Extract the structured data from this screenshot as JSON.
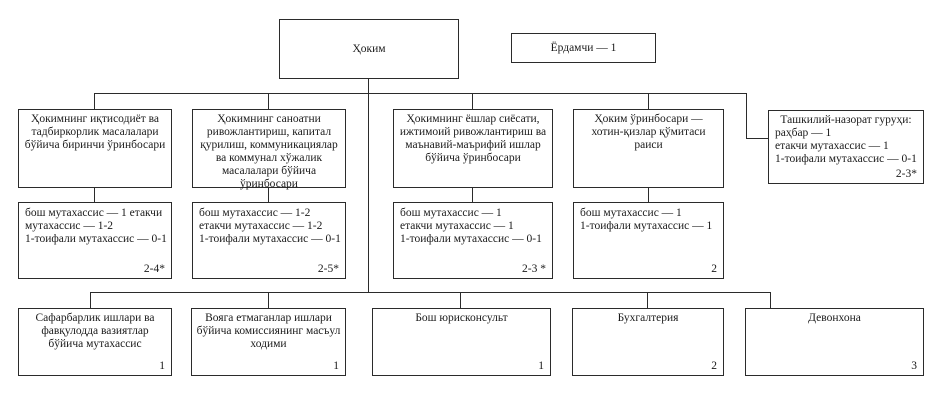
{
  "org": {
    "root": {
      "label": "Ҳоким"
    },
    "assistant": {
      "label": "Ёрдамчи — 1"
    },
    "deputies": [
      {
        "title": "Ҳокимнинг иқтисодиёт ва тадбиркорлик масалалари бўйича биринчи ўринбосари"
      },
      {
        "title": "Ҳокимнинг саноатни ривожлантириш, капитал қурилиш, коммуникациялар ва коммунал хўжалик масалалари бўйича ўринбосари"
      },
      {
        "title": "Ҳокимнинг ёшлар сиёсати, ижтимоий ривожлантириш ва маънавий-маърифий ишлар бўйича ўринбосари"
      },
      {
        "title": "Ҳоким ўринбосари — хотин-қизлар қўмитаси раиси"
      }
    ],
    "control_group": {
      "title": "Ташкилий-назорат гуруҳи:",
      "staff": [
        "раҳбар — 1",
        "етакчи мутахассис — 1",
        "1-тоифали мутахассис — 0-1"
      ],
      "badge": "2-3*"
    },
    "deputy_staff": [
      {
        "lines": [
          "бош мутахассис — 1 етакчи",
          "мутахассис — 1-2",
          "1-тоифали мутахассис — 0-1"
        ],
        "badge": "2-4*"
      },
      {
        "lines": [
          "бош мутахассис — 1-2",
          "етакчи мутахассис — 1-2",
          "1-тоифали мутахассис — 0-1"
        ],
        "badge": "2-5*"
      },
      {
        "lines": [
          "бош мутахассис — 1",
          "етакчи мутахассис — 1",
          "1-тоифали мутахассис — 0-1"
        ],
        "badge": "2-3 *"
      },
      {
        "lines": [
          "бош мутахассис — 1",
          "1-тоифали мутахассис — 1"
        ],
        "badge": "2"
      }
    ],
    "units": [
      {
        "title": "Сафарбарлик ишлари ва фавқулодда вазиятлар бўйича мутахассис",
        "badge": "1"
      },
      {
        "title": "Вояга етмаганлар ишлари бўйича комиссиянинг масъул ходими",
        "badge": "1"
      },
      {
        "title": "Бош юрисконсульт",
        "badge": "1"
      },
      {
        "title": "Бухгалтерия",
        "badge": "2"
      },
      {
        "title": "Девонхона",
        "badge": "3"
      }
    ]
  }
}
